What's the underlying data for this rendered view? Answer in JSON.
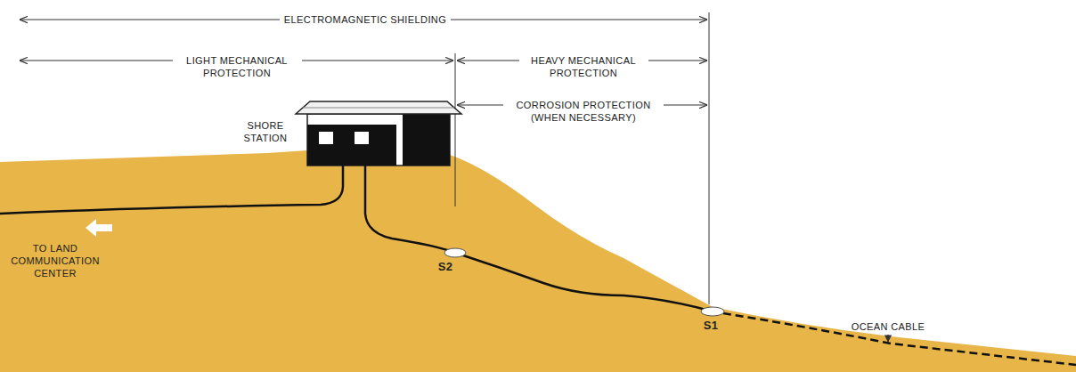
{
  "diagram": {
    "labels": [
      "ELECTROMAGNETIC SHIELDING",
      "LIGHT MECHANICAL PROTECTION",
      "HEAVY MECHANICAL PROTECTION",
      "CORROSION PROTECTION (WHEN NECESSARY)",
      "SHORE STATION",
      "S2",
      "S1",
      "TO LAND COMMUNICATION CENTER",
      "OCEAN CABLE"
    ]
  }
}
